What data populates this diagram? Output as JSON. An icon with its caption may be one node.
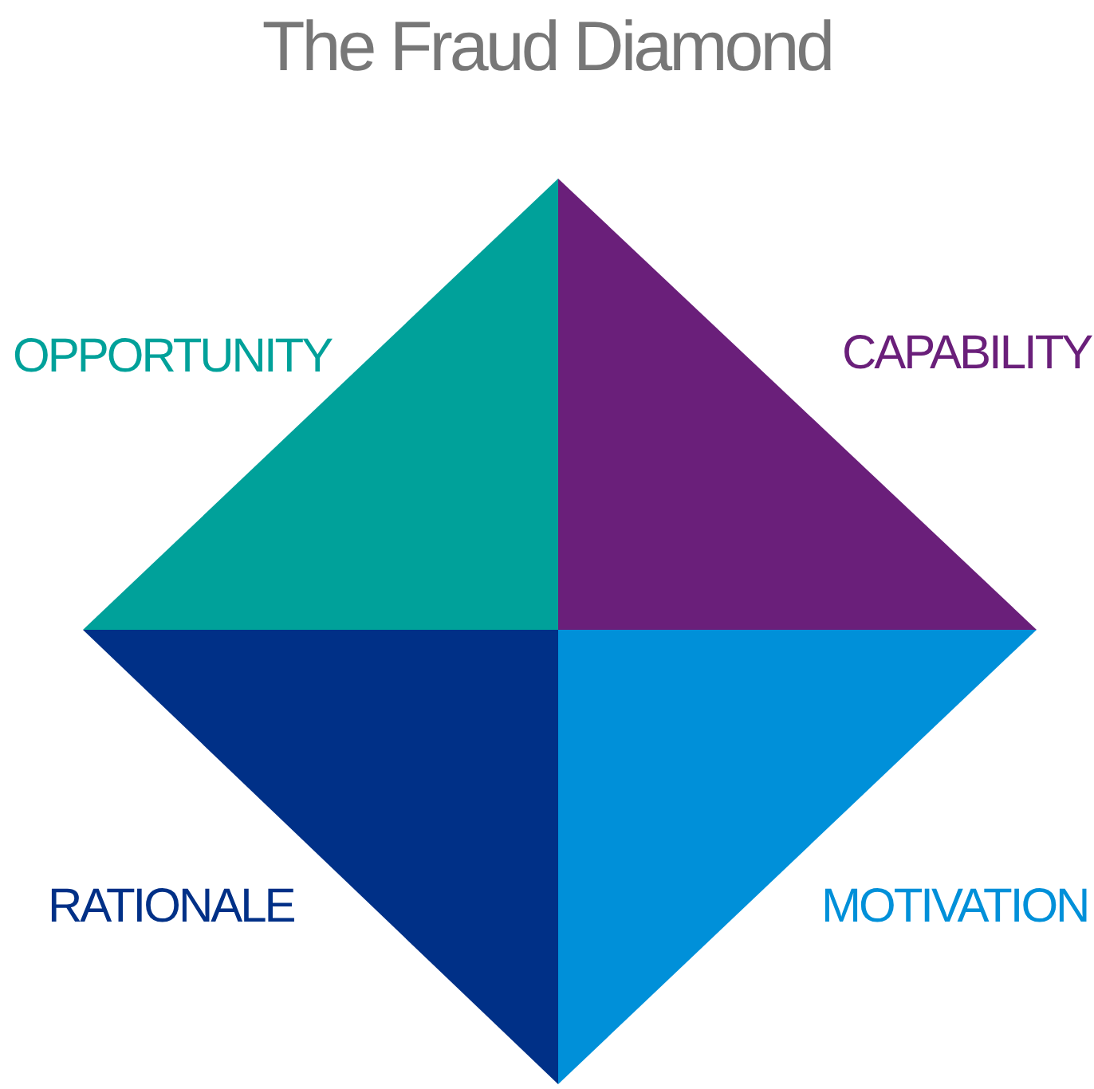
{
  "diagram": {
    "title": "The Fraud Diamond",
    "nodes": [
      {
        "text": [
          "OPPORTUNITY"
        ]
      },
      {
        "text": [
          "CAPABILITY"
        ]
      },
      {
        "text": [
          "RATIONALE"
        ]
      },
      {
        "text": [
          "MOTIVATION"
        ]
      }
    ]
  }
}
